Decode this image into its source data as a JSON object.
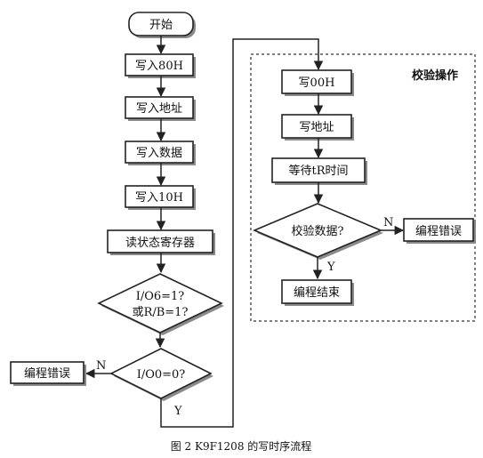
{
  "left_flow": {
    "start": "开始",
    "write_80h": "写入80H",
    "write_addr": "写入地址",
    "write_data": "写入数据",
    "write_10h": "写入10H",
    "read_status": "读状态寄存器",
    "decision1_line1": "I/O6=1?",
    "decision1_line2": "或R/B=1?",
    "decision2": "I/O0=0?",
    "error": "编程错误",
    "no_label": "N",
    "yes_label": "Y"
  },
  "verify": {
    "title": "校验操作",
    "write_00h": "写00H",
    "write_addr": "写地址",
    "wait": "等待tR时间",
    "check": "校验数据?",
    "error": "编程错误",
    "end": "编程结束",
    "no_label": "N",
    "yes_label": "Y"
  },
  "caption": "图 2 K9F1208 的写时序流程"
}
